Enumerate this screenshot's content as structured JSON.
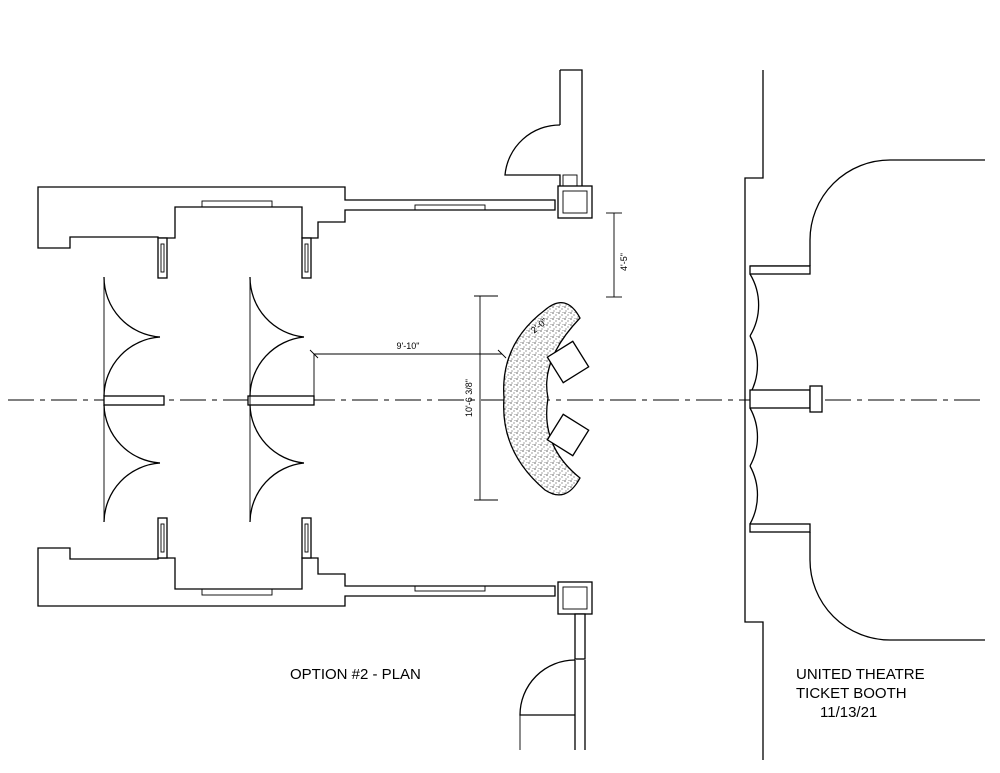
{
  "plan": {
    "title": "OPTION #2 - PLAN"
  },
  "title_block": {
    "line1": "UNITED THEATRE",
    "line2": "TICKET BOOTH",
    "date": "11/13/21"
  },
  "dimensions": {
    "top_clearance": "4'-5\"",
    "horizontal": "9'-10\"",
    "vertical": "10'-6 3/8\"",
    "counter_depth": "2'-0\""
  }
}
